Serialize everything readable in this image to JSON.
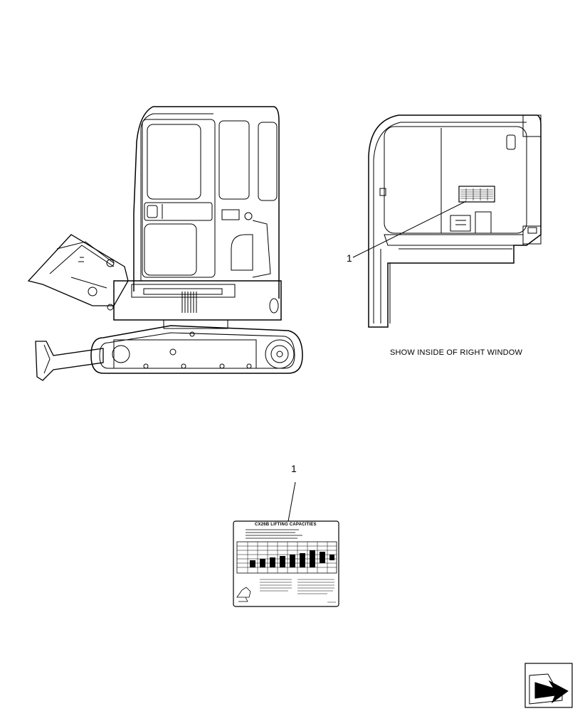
{
  "caption": "SHOW INSIDE OF RIGHT WINDOW",
  "callouts": [
    "1",
    "1"
  ],
  "decal": {
    "title": "CX26B LIFTING CAPACITIES"
  },
  "nav_icon": "next-page-arrow-icon"
}
